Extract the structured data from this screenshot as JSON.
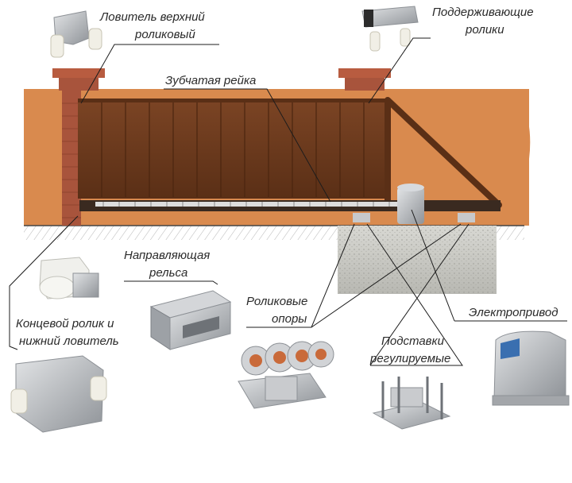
{
  "labels": {
    "catcher_top_1": "Ловитель верхний",
    "catcher_top_2": "роликовый",
    "support_rollers_1": "Поддерживающие",
    "support_rollers_2": "ролики",
    "gear_rack": "Зубчатая рейка",
    "guide_rail_1": "Направляющая",
    "guide_rail_2": "рельса",
    "end_roller_1": "Концевой ролик и",
    "end_roller_2": "нижний ловитель",
    "roller_supports_1": "Роликовые",
    "roller_supports_2": "опоры",
    "stands_1": "Подставки",
    "stands_2": "регулируемые",
    "drive": "Электропривод"
  },
  "colors": {
    "wall": "#d98a4e",
    "brick": "#a8543c",
    "gate": "#6b3a1f",
    "ground_line": "#444444",
    "concrete": "#c9c9c4",
    "metal": "#b9bcc0"
  }
}
